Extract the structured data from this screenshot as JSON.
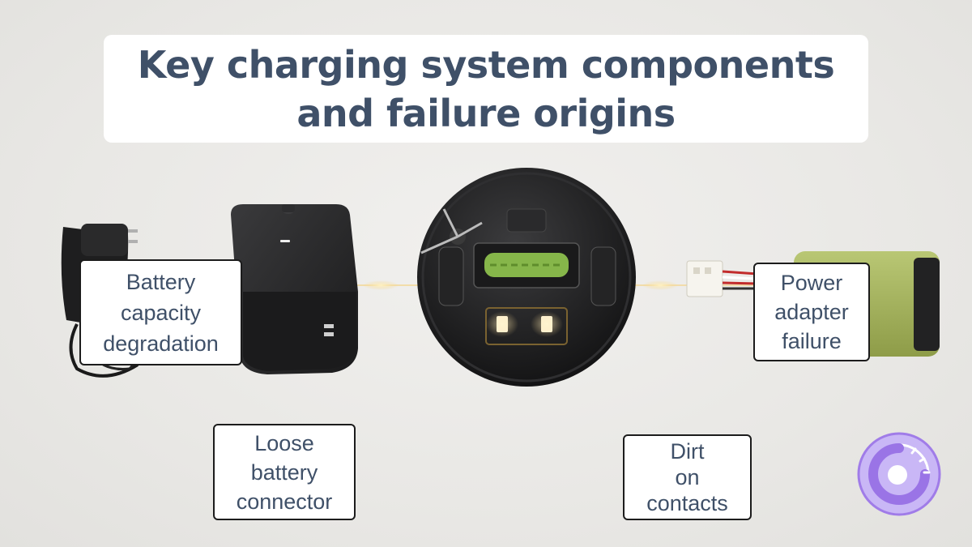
{
  "title": "Key charging system components and failure origins",
  "labels": {
    "battery": "Battery\ncapacity\ndegradation",
    "adapter": "Power\nadapter\nfailure",
    "connector": "Loose\nbattery\nconnector",
    "dirt": "Dirt\non\ncontacts"
  },
  "colors": {
    "title_text": "#3f5068",
    "label_border": "#1c1c1c",
    "battery_green": "#a8b85f",
    "accent_purple": "#a07ce8",
    "glow": "#f5d58a"
  },
  "icons": {
    "logo": "clock-outline-icon"
  }
}
